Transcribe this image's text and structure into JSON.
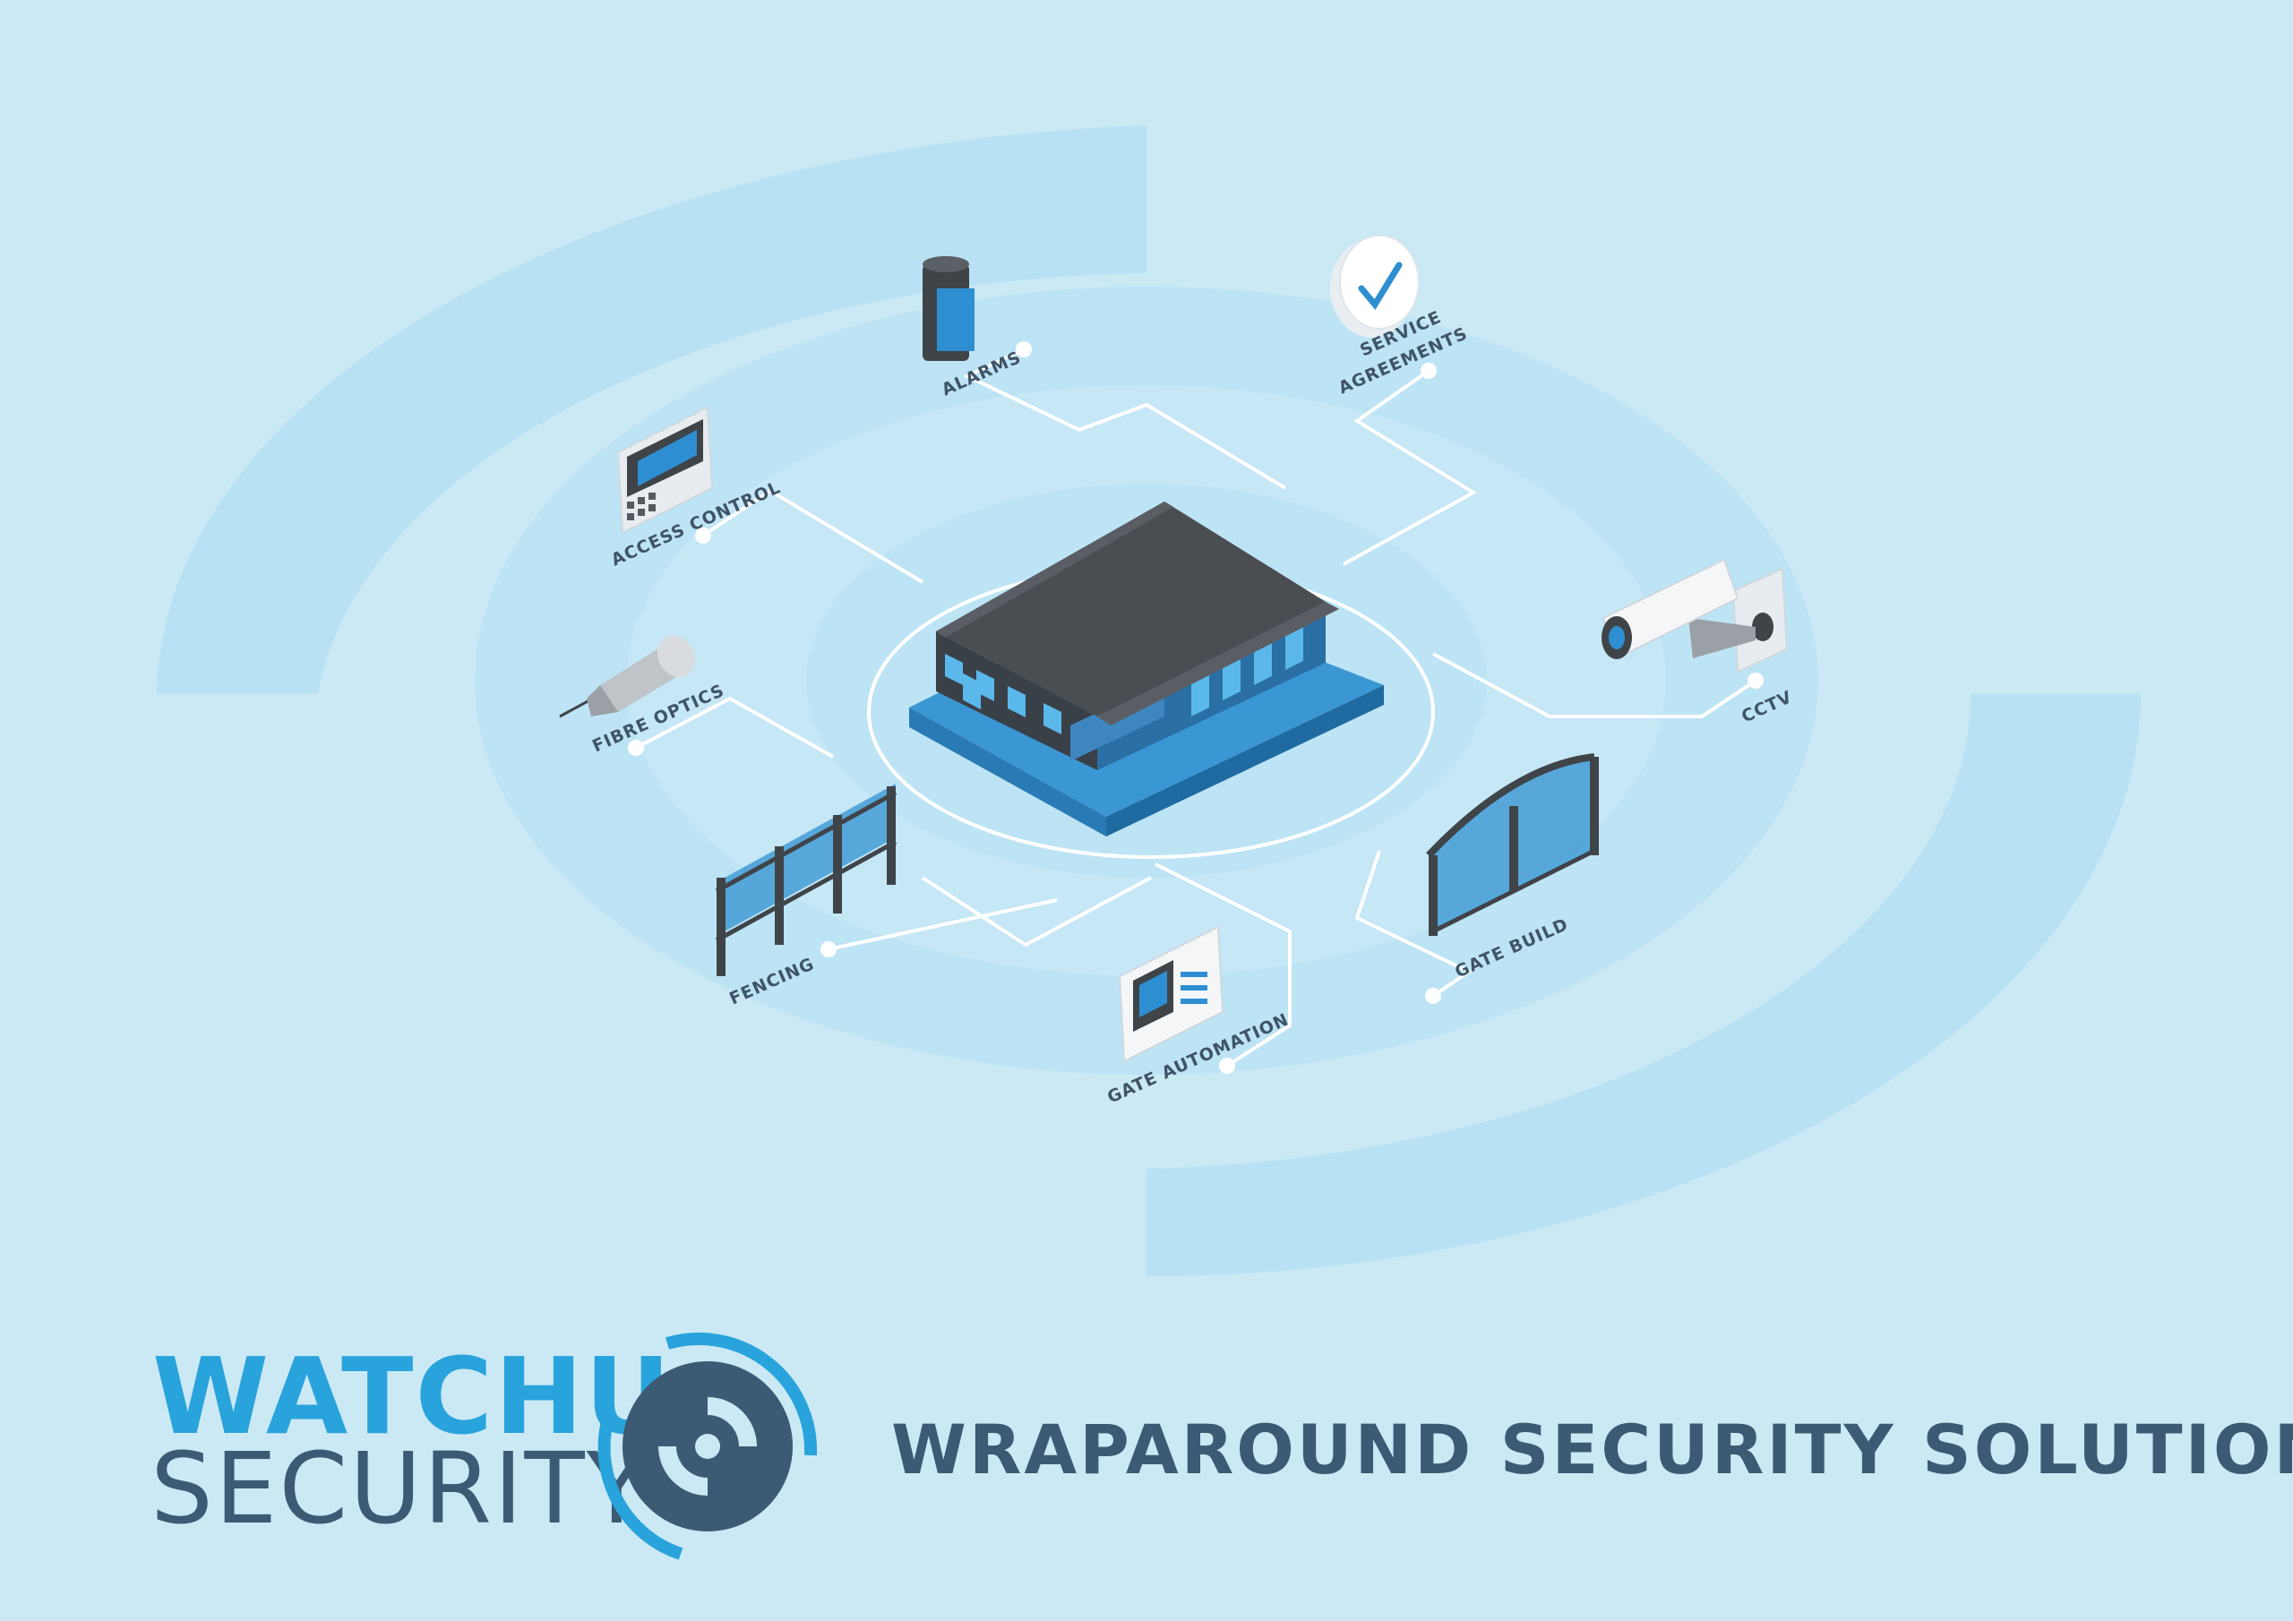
{
  "diagram": {
    "nodes": {
      "alarms": {
        "label": "ALARMS",
        "icon": "alarm-siren-icon"
      },
      "service_agreements": {
        "label_line1": "SERVICE",
        "label_line2": "AGREEMENTS",
        "icon": "checkmark-badge-icon"
      },
      "access_control": {
        "label": "ACCESS CONTROL",
        "icon": "access-control-panel-icon"
      },
      "fibre_optics": {
        "label": "FIBRE OPTICS",
        "icon": "fibre-optic-cable-icon"
      },
      "cctv": {
        "label": "CCTV",
        "icon": "cctv-camera-icon"
      },
      "fencing": {
        "label": "FENCING",
        "icon": "fence-icon"
      },
      "gate_automation": {
        "label": "GATE AUTOMATION",
        "icon": "gate-controller-icon"
      },
      "gate_build": {
        "label": "GATE BUILD",
        "icon": "gate-icon"
      }
    },
    "center": {
      "icon": "building-icon"
    }
  },
  "brand": {
    "name_line1": "WATCHU",
    "name_line2": "SECURITY",
    "tagline": "WRAPAROUND SECURITY SOLUTIONS",
    "logo_icon": "security-logo-icon"
  },
  "colors": {
    "background": "#cbe9f5",
    "ring": "#b7e0f3",
    "accent_blue": "#29a3dc",
    "dark_text": "#3c5a73",
    "roof": "#4a4d52",
    "connector": "#ffffff"
  }
}
